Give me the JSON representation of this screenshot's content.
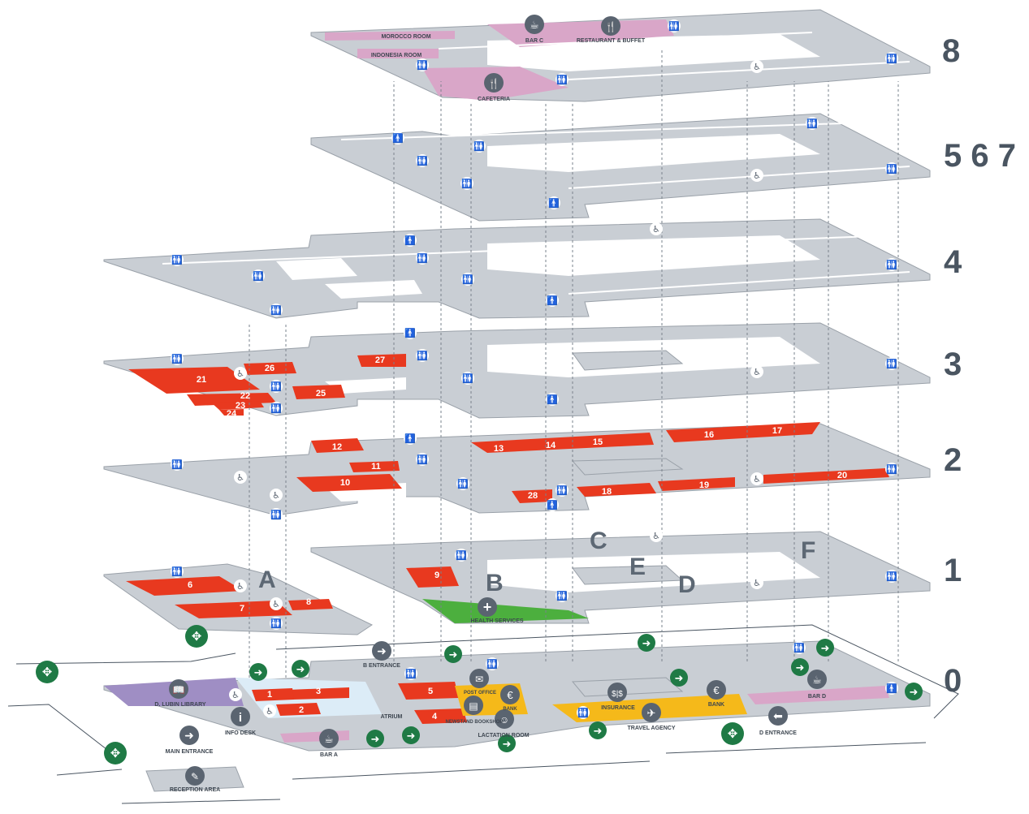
{
  "colors": {
    "floor": "#c9ced4",
    "floor_edge": "#9aa1a9",
    "corridor_line": "#ffffff",
    "room_red": "#e8391f",
    "room_pink": "#d9a6c8",
    "room_purple": "#9f8ec4",
    "health_green": "#4caf3e",
    "shop_yellow": "#f5b91a",
    "atrium_blue": "#dcecf7",
    "icon_dark": "#5a6470",
    "exit_green": "#1f7a45"
  },
  "floors": [
    {
      "id": "floor-8",
      "label": "8"
    },
    {
      "id": "floor-567",
      "label": "5 6 7"
    },
    {
      "id": "floor-4",
      "label": "4"
    },
    {
      "id": "floor-3",
      "label": "3"
    },
    {
      "id": "floor-2",
      "label": "2"
    },
    {
      "id": "floor-1",
      "label": "1"
    },
    {
      "id": "floor-0",
      "label": "0"
    }
  ],
  "sections": [
    "A",
    "B",
    "C",
    "D",
    "E",
    "F"
  ],
  "rooms": [
    "1",
    "2",
    "3",
    "4",
    "5",
    "6",
    "7",
    "8",
    "9",
    "10",
    "11",
    "12",
    "13",
    "14",
    "15",
    "16",
    "17",
    "18",
    "19",
    "20",
    "21",
    "22",
    "23",
    "24",
    "25",
    "26",
    "27",
    "28"
  ],
  "pois": {
    "morocco_room": "MOROCCO ROOM",
    "indonesia_room": "INDONESIA ROOM",
    "bar_c": "BAR C",
    "restaurant_buffet": "RESTAURANT & BUFFET",
    "cafeteria": "CAFETERIA",
    "health_services": "HEALTH SERVICES",
    "b_entrance": "B ENTRANCE",
    "post_office": "POST OFFICE",
    "bank_1": "BANK",
    "newsstand_bookshop": "NEWSTAND BOOKSHOP",
    "lactation_room": "LACTATION ROOM",
    "insurance": "INSURANCE",
    "bank_2": "BANK",
    "travel_agency": "TRAVEL AGENCY",
    "bar_d": "BAR D",
    "d_entrance": "D ENTRANCE",
    "library": "D. LUBIN LIBRARY",
    "info_desk": "INFO DESK",
    "main_entrance": "MAIN ENTRANCE",
    "reception_area": "RECEPTION AREA",
    "bar_a": "BAR A",
    "atrium": "ATRIUM"
  }
}
